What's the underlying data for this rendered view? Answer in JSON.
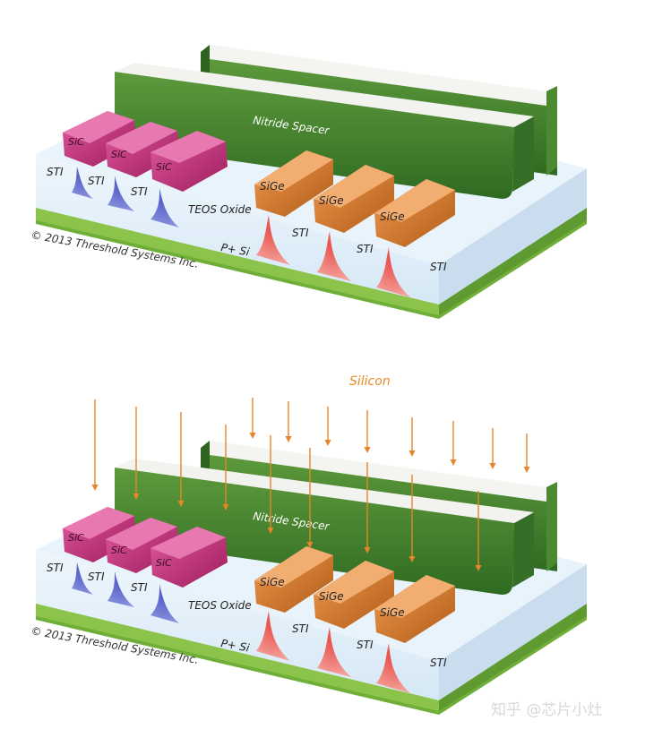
{
  "panels": [
    {
      "copyright": "© 2013 Threshold Systems Inc.",
      "nitride_spacer": "Nitride Spacer",
      "teos_oxide": "TEOS Oxide",
      "substrate": "P+ Si",
      "sic": [
        "SiC",
        "SiC",
        "SiC"
      ],
      "sige": [
        "SiGe",
        "SiGe",
        "SiGe"
      ],
      "sti": [
        "STI",
        "STI",
        "STI",
        "STI",
        "STI",
        "STI"
      ]
    },
    {
      "copyright": "© 2013 Threshold Systems Inc.",
      "nitride_spacer": "Nitride Spacer",
      "teos_oxide": "TEOS Oxide",
      "substrate": "P+ Si",
      "sic": [
        "SiC",
        "SiC",
        "SiC"
      ],
      "sige": [
        "SiGe",
        "SiGe",
        "SiGe"
      ],
      "sti": [
        "STI",
        "STI",
        "STI",
        "STI",
        "STI",
        "STI"
      ],
      "deposition_label": "Silicon"
    }
  ],
  "watermark": "知乎 @芯片小灶",
  "colors": {
    "sti": "#e4f0fa",
    "sic": "#c8307a",
    "sige": "#d8782a",
    "nitride": "#3d7a2a",
    "well_n": "#6a74cc",
    "well_p": "#e86a66",
    "substrate": "#8cc34a",
    "arrow": "#e8842a"
  }
}
